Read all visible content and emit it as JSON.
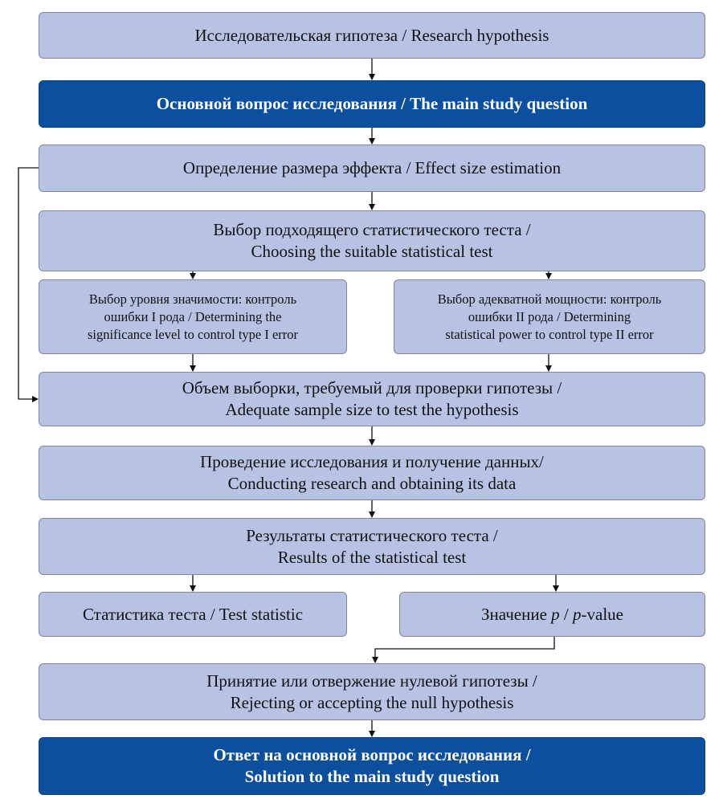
{
  "boxes": {
    "hypothesis": "Исследовательская гипотеза / Research hypothesis",
    "main_question": "Основной вопрос исследования / The main study question",
    "effect_size": "Определение размера эффекта / Effect size estimation",
    "test_choice": [
      "Выбор подходящего статистического теста /",
      "Choosing the suitable statistical test"
    ],
    "significance": [
      "Выбор уровня значимости: контроль",
      "ошибки I рода / Determining the",
      "significance level to control type I error"
    ],
    "power": [
      "Выбор адекватной мощности: контроль",
      "ошибки II рода / Determining",
      "statistical power to control type II error"
    ],
    "sample_size": [
      "Объем выборки, требуемый для проверки гипотезы /",
      "Adequate sample size to test the hypothesis"
    ],
    "conducting": [
      "Проведение исследования и получение данных/",
      "Conducting research and obtaining its data"
    ],
    "results": [
      "Результаты статистического теста /",
      "Results of the statistical test"
    ],
    "test_statistic": "Статистика теста / Test statistic",
    "p_value": {
      "prefix": "Значение ",
      "p1": "p",
      "sep": " / ",
      "p2": "p",
      "suffix": "-value"
    },
    "null_decision": [
      "Принятие или отвержение нулевой гипотезы /",
      "Rejecting or accepting the null hypothesis"
    ],
    "solution": [
      "Ответ на основной вопрос исследования /",
      "Solution to the main study question"
    ]
  },
  "colors": {
    "box": "#b8c3e3",
    "dark": "#0c4f9e"
  }
}
